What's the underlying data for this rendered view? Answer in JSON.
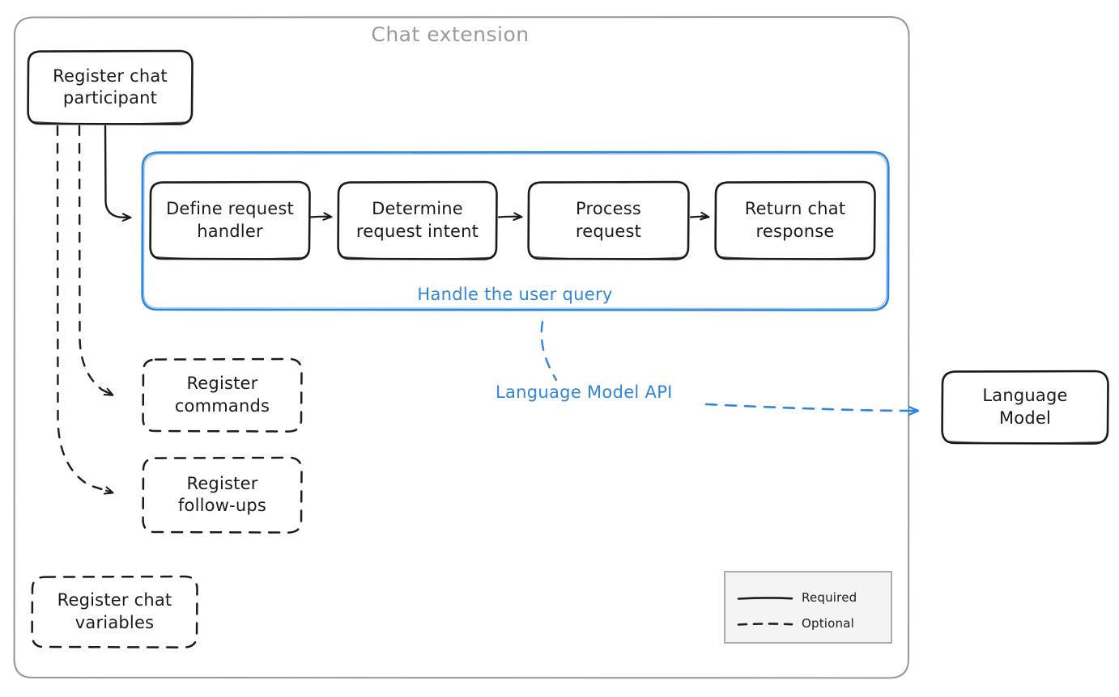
{
  "diagram": {
    "title": "Chat extension",
    "title_color": "#9a9a9a",
    "accent_color": "#2f86e0",
    "stroke_color": "#1b1b1b",
    "container_color": "#9a9a9a",
    "background": "#ffffff"
  },
  "nodes": {
    "register_participant": {
      "label": "Register chat\nparticipant",
      "style": "solid"
    },
    "define_handler": {
      "label": "Define request\nhandler",
      "style": "solid"
    },
    "determine_intent": {
      "label": "Determine\nrequest intent",
      "style": "solid"
    },
    "process_request": {
      "label": "Process\nrequest",
      "style": "solid"
    },
    "return_response": {
      "label": "Return chat\nresponse",
      "style": "solid"
    },
    "register_commands": {
      "label": "Register\ncommands",
      "style": "dashed"
    },
    "register_followups": {
      "label": "Register\nfollow-ups",
      "style": "dashed"
    },
    "register_variables": {
      "label": "Register chat\nvariables",
      "style": "dashed"
    },
    "language_model": {
      "label": "Language\nModel",
      "style": "solid"
    }
  },
  "groups": {
    "handle_query": {
      "label": "Handle the user query",
      "color": "#2f86e0"
    }
  },
  "annotations": {
    "lm_api": {
      "label": "Language Model API",
      "color": "#2f86e0"
    }
  },
  "legend": {
    "items": [
      {
        "label": "Required",
        "line": "solid"
      },
      {
        "label": "Optional",
        "line": "dashed"
      }
    ]
  }
}
